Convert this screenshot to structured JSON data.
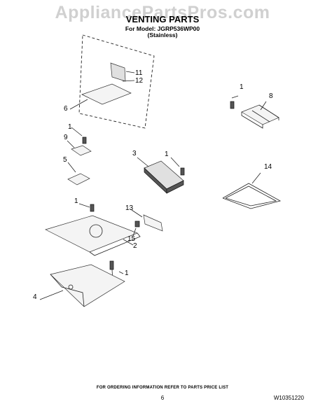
{
  "watermark": "AppliancePartsPros.com",
  "header": {
    "title": "VENTING PARTS",
    "model_line": "For Model: JGRP536WP00",
    "finish_line": "(Stainless)"
  },
  "callouts": {
    "c11": "11",
    "c12": "12",
    "c6": "6",
    "c1a": "1",
    "c8": "8",
    "c1b": "1",
    "c9": "9",
    "c3": "3",
    "c1c": "1",
    "c5": "5",
    "c14": "14",
    "c1d": "1",
    "c13": "13",
    "c15": "15",
    "c2": "2",
    "c1e": "1",
    "c4": "4"
  },
  "footer": {
    "note": "FOR ORDERING INFORMATION REFER TO PARTS PRICE LIST",
    "page_number": "6",
    "document_number": "W10351220"
  }
}
